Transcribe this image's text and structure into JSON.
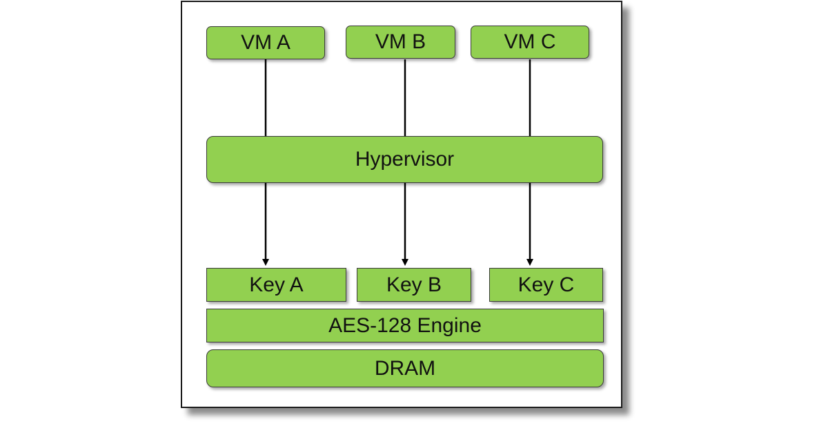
{
  "diagram": {
    "vms": [
      {
        "label": "VM A"
      },
      {
        "label": "VM B"
      },
      {
        "label": "VM C"
      }
    ],
    "hypervisor": {
      "label": "Hypervisor"
    },
    "keys": [
      {
        "label": "Key A"
      },
      {
        "label": "Key B"
      },
      {
        "label": "Key C"
      }
    ],
    "engine": {
      "label": "AES-128 Engine"
    },
    "memory": {
      "label": "DRAM"
    },
    "colors": {
      "box_fill": "#92d050",
      "box_border": "#3a3a3a",
      "line": "#000000"
    }
  }
}
